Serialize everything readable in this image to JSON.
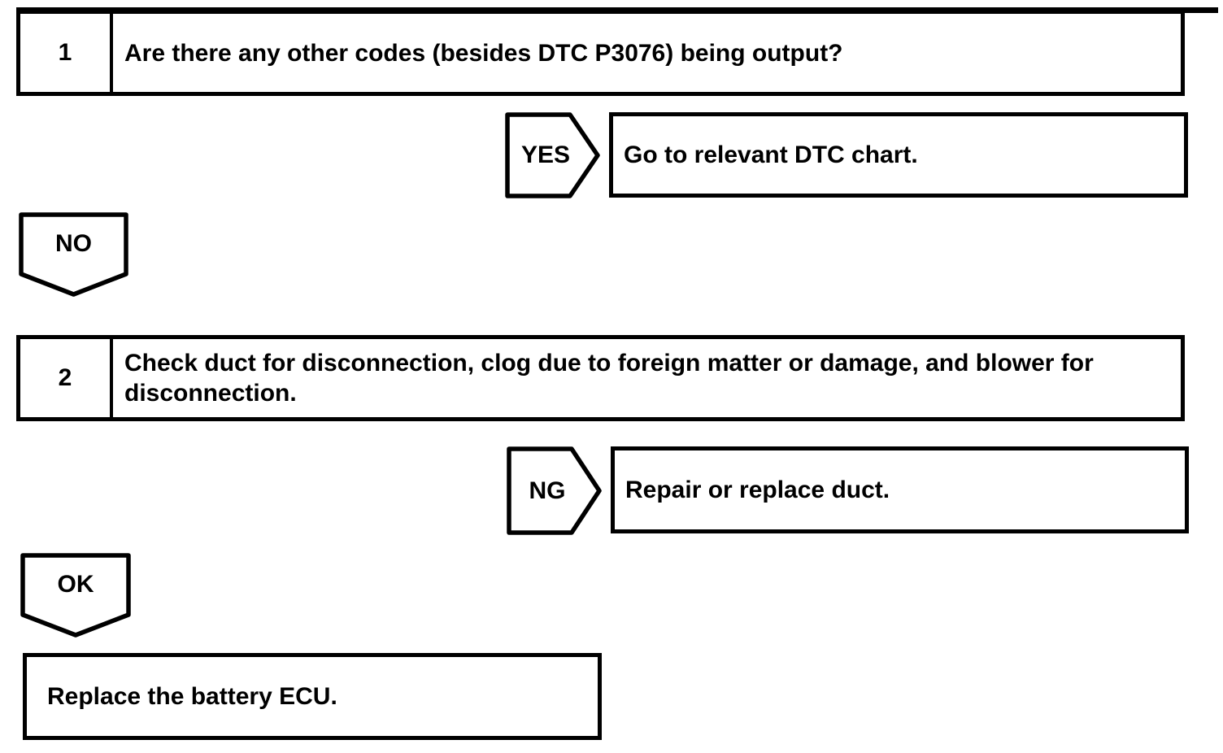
{
  "page": {
    "background": "#ffffff",
    "line_color": "#000000",
    "text_color": "#000000"
  },
  "flowchart": {
    "steps": [
      {
        "number": "1",
        "question": "Are there any other codes (besides DTC P3076) being output?",
        "branch": {
          "label": "YES",
          "action": "Go to relevant DTC chart."
        },
        "continue_label": "NO"
      },
      {
        "number": "2",
        "question": "Check duct for disconnection, clog due to foreign matter or damage, and blower for disconnection.",
        "branch": {
          "label": "NG",
          "action": "Repair or replace duct."
        },
        "continue_label": "OK"
      }
    ],
    "final_action": "Replace the battery ECU."
  }
}
